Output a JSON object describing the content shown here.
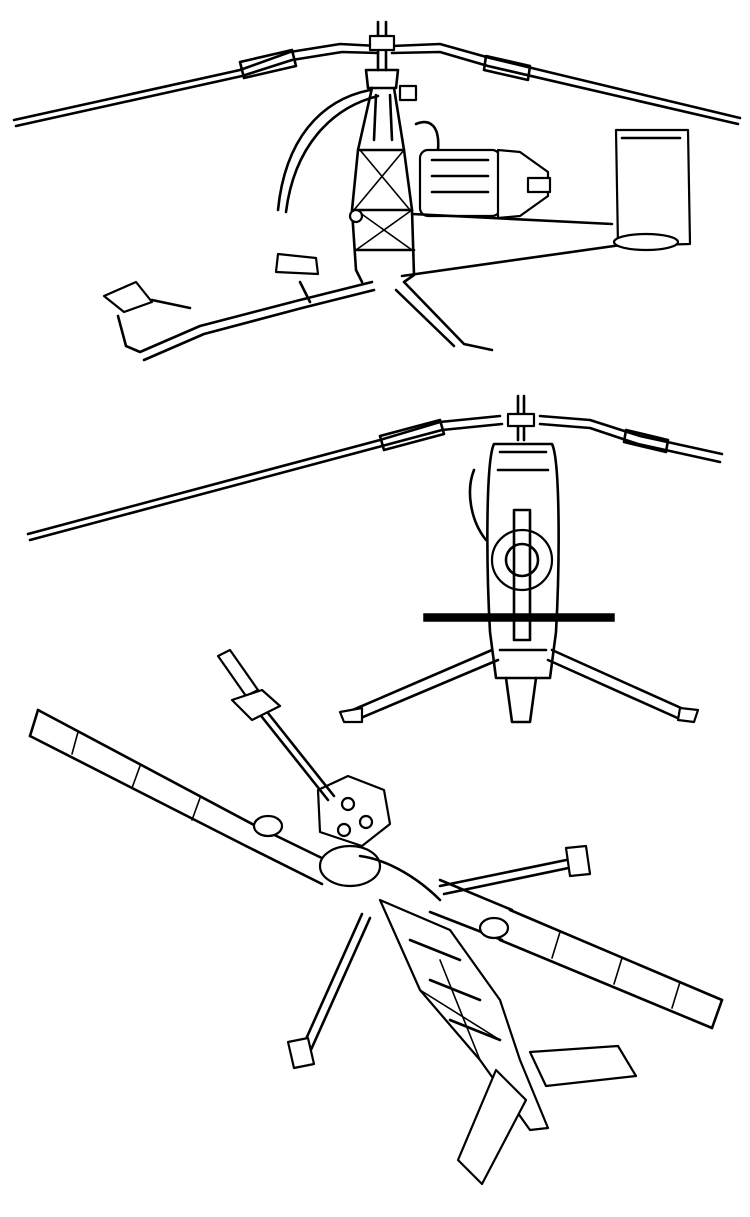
{
  "figure": {
    "views": [
      {
        "id": "side-view"
      },
      {
        "id": "front-view"
      },
      {
        "id": "top-view"
      }
    ],
    "colors": {
      "ink": "#000000",
      "paper": "#ffffff"
    }
  }
}
